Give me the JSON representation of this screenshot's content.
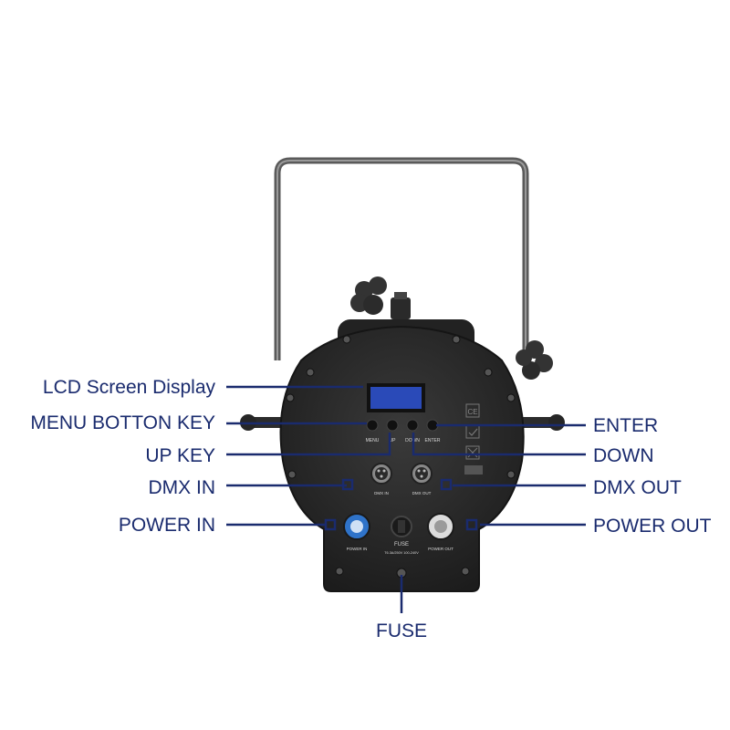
{
  "callouts": {
    "lcd": "LCD Screen Display",
    "menu": "MENU BOTTON KEY",
    "up": "UP KEY",
    "dmx_in": "DMX IN",
    "power_in": "POWER IN",
    "enter": "ENTER",
    "down": "DOWN",
    "dmx_out": "DMX OUT",
    "power_out": "POWER OUT",
    "fuse": "FUSE"
  },
  "panel": {
    "menu": "MENU",
    "up": "UP",
    "down": "DOWN",
    "enter": "ENTER",
    "dmx_in": "DMX IN",
    "dmx_out": "DMX OUT",
    "fuse": "FUSE",
    "fuse_rating": "T6.3A/250V  100-240V",
    "power_in": "POWER IN",
    "power_out": "POWER OUT",
    "ce": "CE"
  },
  "colors": {
    "label": "#1a2b6e",
    "leader": "#1a2b6e",
    "body": "#2b2b2b",
    "lcd": "#2a4ab8",
    "powercon_in": "#2f73c9",
    "powercon_out": "#dcdcdc"
  }
}
